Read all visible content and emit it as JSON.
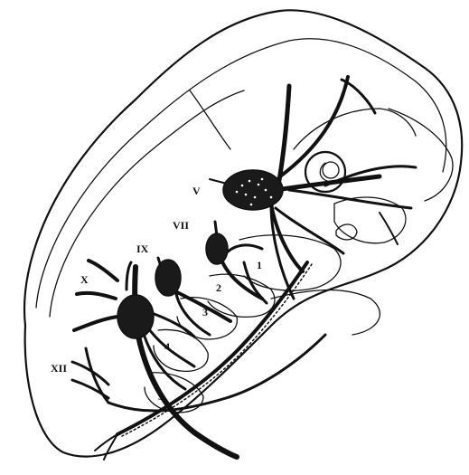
{
  "labels": {
    "cranial_v": "V",
    "cranial_vii": "VII",
    "cranial_ix": "IX",
    "cranial_x": "X",
    "cranial_xii": "XII",
    "arch_1": "1",
    "arch_2": "2",
    "arch_3": "3",
    "arch_4": "4",
    "arch_5": "5"
  }
}
